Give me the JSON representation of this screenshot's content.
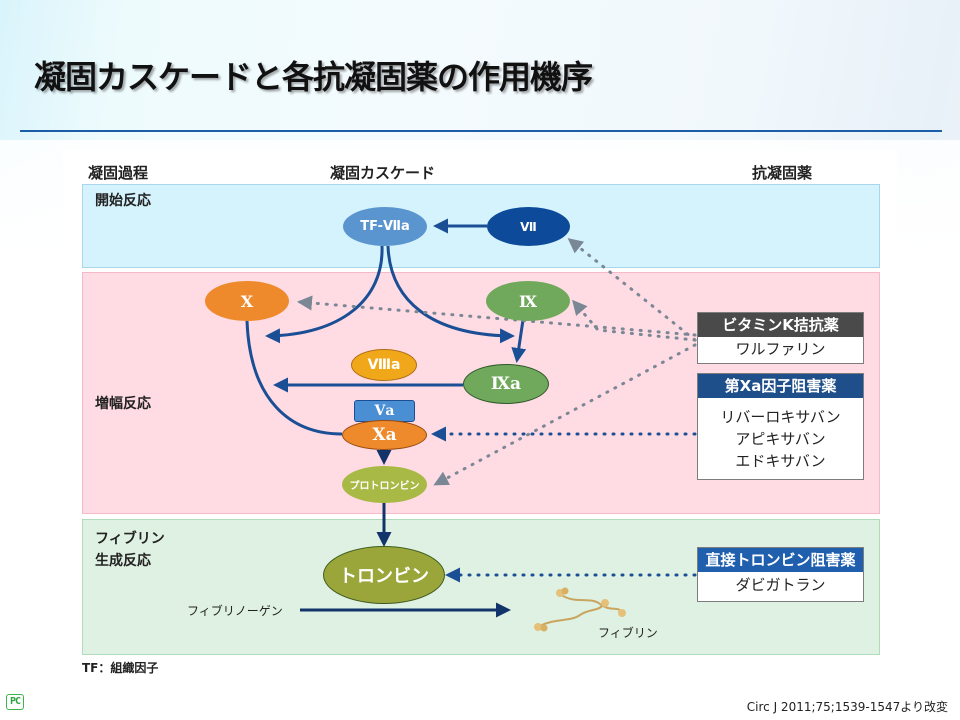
{
  "slide": {
    "title": "凝固カスケードと各抗凝固薬の作用機序",
    "footnote": "TF：組織因子",
    "citation": "Circ J 2011;75;1539-1547より改変",
    "logo_text": "PC"
  },
  "headers": {
    "process": "凝固過程",
    "cascade": "凝固カスケード",
    "anticoagulants": "抗凝固薬"
  },
  "zones": {
    "initiation": "開始反応",
    "amplification": "増幅反応",
    "fibrin_line1": "フィブリン",
    "fibrin_line2": "生成反応"
  },
  "nodes": {
    "tf_viia": "TF-Ⅶa",
    "vii": "Ⅶ",
    "x": "Ⅹ",
    "ix": "Ⅸ",
    "viiia": "Ⅷa",
    "ixa": "Ⅸa",
    "va": "Ⅴa",
    "xa": "Ⅹa",
    "prothrombin": "プロトロンビン",
    "thrombin": "トロンビン"
  },
  "labels": {
    "fibrinogen": "フィブリノーゲン",
    "fibrin": "フィブリン"
  },
  "drugs": [
    {
      "class": "ビタミンK拮抗薬",
      "header_color": "#4a4a4a",
      "agents": [
        "ワルファリン"
      ]
    },
    {
      "class": "第Ⅹa因子阻害薬",
      "header_color": "#1f4f8a",
      "agents": [
        "リバーロキサバン",
        "アピキサバン",
        "エドキサバン"
      ]
    },
    {
      "class": "直接トロンビン阻害薬",
      "header_color": "#1f5fae",
      "agents": [
        "ダビガトラン"
      ]
    }
  ],
  "colors": {
    "cascade_arrow": "#1b4f95",
    "inhibition_dotted_gray": "#7a8794",
    "inhibition_dotted_blue": "#1b4f95",
    "tf_viia_fill": "#5b95d0",
    "vii_fill": "#0d4b9a",
    "x_fill": "#ee8a2b",
    "ix_fill": "#71a95c",
    "viiia_fill": "#f0a81a",
    "va_fill": "#4a8fd4",
    "prothrombin_fill": "#a9b945",
    "thrombin_fill": "#9aa63a"
  }
}
